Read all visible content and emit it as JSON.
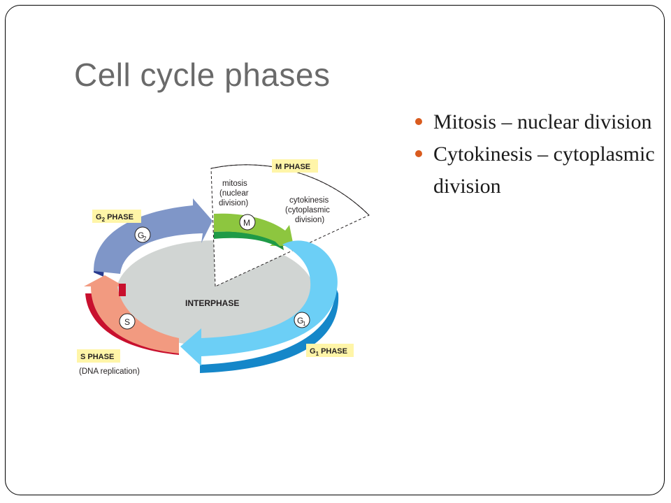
{
  "slide": {
    "title": "Cell cycle phases",
    "bullets": [
      {
        "text": "Mitosis – nuclear division"
      },
      {
        "text": "Cytokinesis – cytoplasmic division"
      }
    ]
  },
  "diagram": {
    "center_label": "INTERPHASE",
    "m_phase": {
      "tag": "M PHASE",
      "node": "M"
    },
    "mitosis_label": [
      "mitosis",
      "(nuclear",
      "division)"
    ],
    "cytokinesis_label": [
      "cytokinesis",
      "(cytoplasmic",
      "division)"
    ],
    "g2_phase": {
      "tag": "G",
      "tag_sub": "2",
      "tag_rest": " PHASE",
      "node": "G",
      "node_sub": "2"
    },
    "g1_phase": {
      "tag": "G",
      "tag_sub": "1",
      "tag_rest": " PHASE",
      "node": "G",
      "node_sub": "1"
    },
    "s_phase": {
      "tag": "S PHASE",
      "node": "S",
      "caption": "(DNA replication)"
    },
    "colors": {
      "m_phase": "#8dc63f",
      "g1_phase": "#6ccff6",
      "g2_phase": "#7f96c8",
      "s_phase": "#f29a80",
      "interphase": "#d1d5d3",
      "label_box": "#fff5a8"
    }
  }
}
